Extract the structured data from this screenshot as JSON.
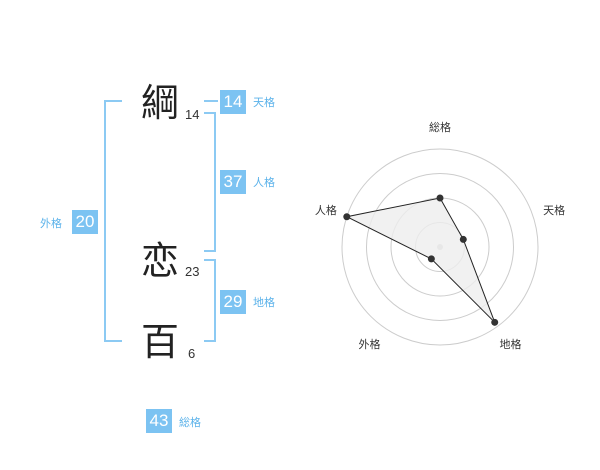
{
  "name": {
    "characters": [
      {
        "char": "綱",
        "strokes": "14"
      },
      {
        "char": "恋",
        "strokes": "23"
      },
      {
        "char": "百",
        "strokes": "6"
      }
    ]
  },
  "kakusu": {
    "tenkaku": {
      "value": "14",
      "label": "天格"
    },
    "jinkaku": {
      "value": "37",
      "label": "人格"
    },
    "chikaku": {
      "value": "29",
      "label": "地格"
    },
    "gaikaku": {
      "value": "20",
      "label": "外格"
    },
    "soukaku": {
      "value": "43",
      "label": "総格"
    }
  },
  "radar": {
    "axes": [
      "総格",
      "天格",
      "地格",
      "外格",
      "人格"
    ],
    "values": [
      0.5,
      0.25,
      0.95,
      0.15,
      1.0
    ],
    "rings": 4,
    "colors": {
      "fill": "#eeeeee",
      "line": "#222222",
      "grid": "#cccccc",
      "dot": "#333333"
    }
  },
  "colors": {
    "accent": "#7cc3f2",
    "accent_text": "#5bb2ea"
  }
}
